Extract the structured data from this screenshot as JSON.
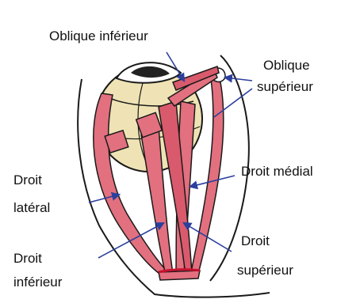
{
  "labels": {
    "oblique_inferieur": "Oblique inférieur",
    "oblique_superieur_line1": "Oblique",
    "oblique_superieur_line2": "supérieur",
    "droit_medial": "Droit médial",
    "droit_lateral_line1": "Droit",
    "droit_lateral_line2": "latéral",
    "droit_inferieur_line1": "Droit",
    "droit_inferieur_line2": "inférieur",
    "droit_superieur_line1": "Droit",
    "droit_superieur_line2": "supérieur"
  },
  "colors": {
    "muscle_fill": "#e2707f",
    "muscle_dark": "#c94657",
    "eyeball_fill": "#efe3b5",
    "outline": "#1a1a1a",
    "pointer": "#2c3f9e",
    "background": "#ffffff"
  }
}
